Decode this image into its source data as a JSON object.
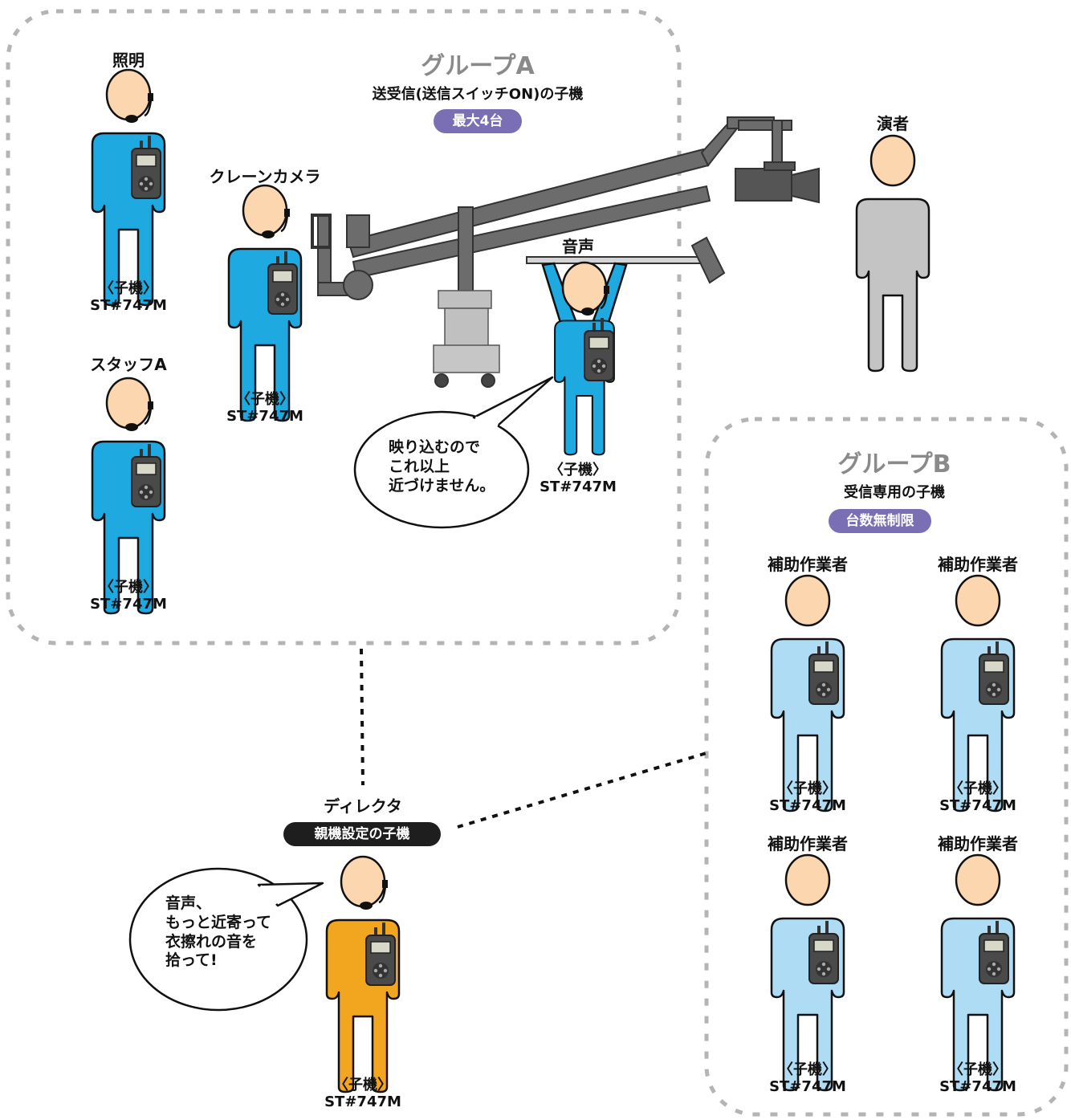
{
  "group_a": {
    "title": "グループA",
    "subtitle": "送受信(送信スイッチON)の子機",
    "badge": "最大4台",
    "badge_color": "#7a6fb5"
  },
  "group_b": {
    "title": "グループB",
    "subtitle": "受信専用の子機",
    "badge": "台数無制限",
    "badge_color": "#7a6fb5"
  },
  "roles": {
    "lighting": "照明",
    "staff_a": "スタッフA",
    "crane_camera": "クレーンカメラ",
    "audio": "音声",
    "performer": "演者",
    "director": "ディレクタ",
    "assistant_1": "補助作業者",
    "assistant_2": "補助作業者",
    "assistant_3": "補助作業者",
    "assistant_4": "補助作業者"
  },
  "director_badge": "親機設定の子機",
  "unit_label": "〈子機〉",
  "model": "ST#747M",
  "speech_audio": [
    "映り込むので",
    "これ以上",
    "近づけません。"
  ],
  "speech_director": [
    "音声、",
    "もっと近寄って",
    "衣擦れの音を",
    "拾って!"
  ],
  "colors": {
    "group_a_body": "#1fa9e1",
    "group_b_body": "#aedcf4",
    "director_body": "#f2a51e",
    "performer_body": "#c4c4c4",
    "skin": "#fbd6ae",
    "crane": "#6c6c6c"
  }
}
